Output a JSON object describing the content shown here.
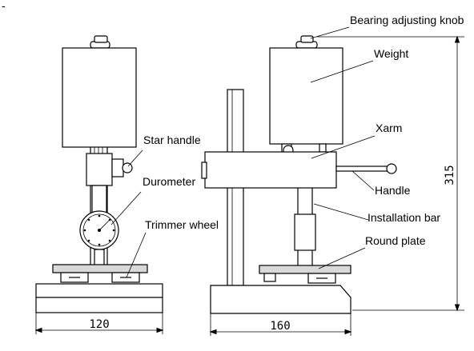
{
  "labels": {
    "bearing_adjusting_knob": "Bearing adjusting knob",
    "weight": "Weight",
    "star_handle": "Star handle",
    "xarm": "Xarm",
    "durometer": "Durometer",
    "handle": "Handle",
    "trimmer_wheel": "Trimmer wheel",
    "installation_bar": "Installation bar",
    "round_plate": "Round plate"
  },
  "dimensions": {
    "left_width": "120",
    "right_width": "160",
    "height": "315"
  },
  "corner_mark": "-"
}
